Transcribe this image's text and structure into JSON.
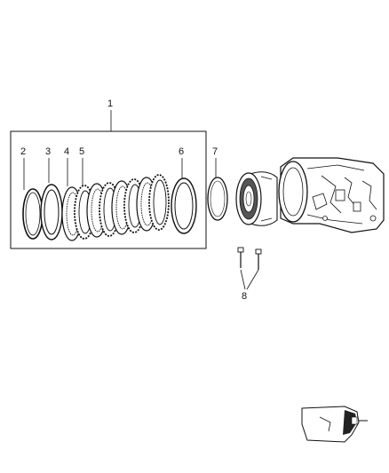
{
  "callouts": {
    "c1": "1",
    "c2": "2",
    "c3": "3",
    "c4": "4",
    "c5": "5",
    "c6": "6",
    "c7": "7",
    "c8": "8"
  },
  "colors": {
    "ink": "#111111",
    "paper": "#ffffff",
    "shade": "#555555"
  },
  "icons": [
    "snap-ring",
    "pressure-plate",
    "clutch-disc",
    "clutch-plate",
    "reaction-plate",
    "seal",
    "clutch-drum",
    "transmission-case",
    "bolt",
    "vehicle-locator"
  ]
}
